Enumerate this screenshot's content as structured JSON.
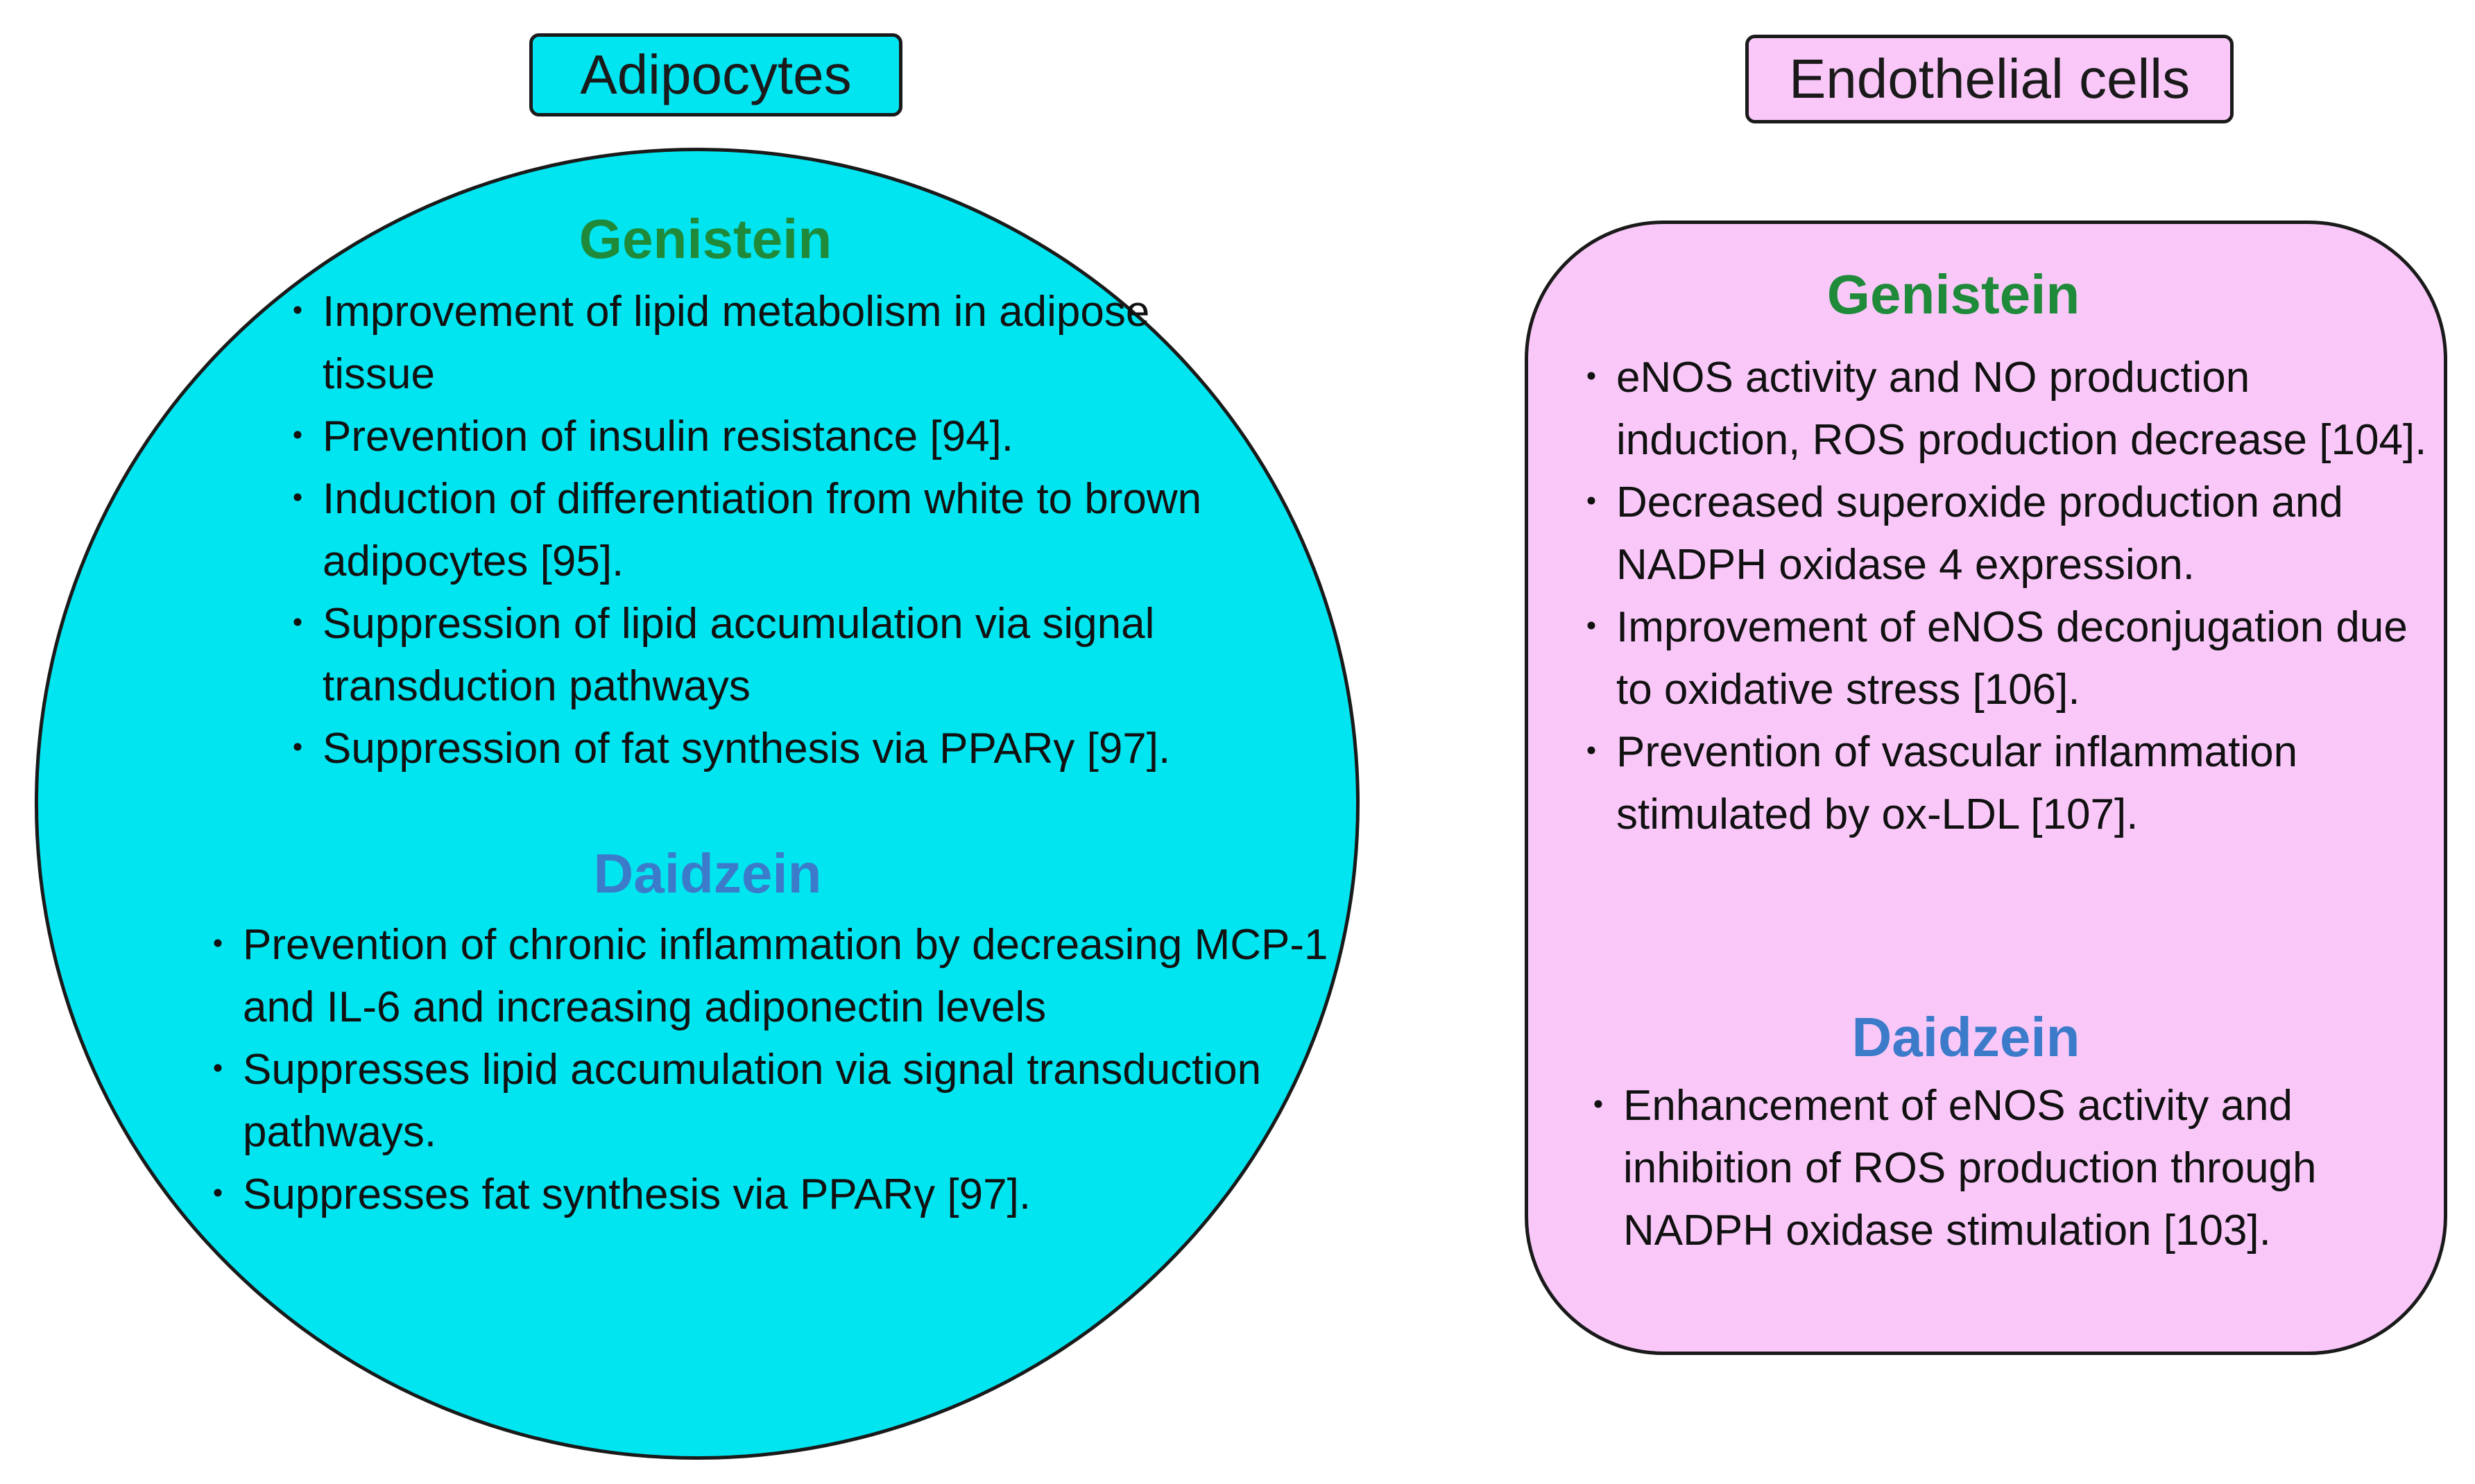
{
  "adipocytes": {
    "label": "Adipocytes",
    "genistein": {
      "title": "Genistein",
      "items": [
        "Improvement of lipid metabolism in adipose tissue",
        "Prevention of insulin resistance [94].",
        "Induction of differentiation from white to brown adipocytes [95].",
        "Suppression of lipid accumulation via  signal transduction pathways",
        "Suppression of fat synthesis via PPARγ  [97]."
      ]
    },
    "daidzein": {
      "title": "Daidzein",
      "items": [
        "Prevention of chronic inflammation by  decreasing MCP-1 and  IL-6 and increasing adiponectin levels",
        "Suppresses lipid accumulation via signal transduction pathways.",
        "Suppresses fat synthesis via  PPARγ [97]."
      ]
    }
  },
  "endothelial": {
    "label": "Endothelial cells",
    "genistein": {
      "title": "Genistein",
      "items": [
        "eNOS activity and NO production induction, ROS production decrease [104].",
        "Decreased superoxide production and NADPH oxidase 4 expression.",
        "Improvement of eNOS deconjugation due to oxidative stress [106].",
        "Prevention of vascular inflammation stimulated by ox-LDL [107]."
      ]
    },
    "daidzein": {
      "title": "Daidzein",
      "items": [
        "Enhancement of eNOS activity and inhibition of ROS production  through NADPH oxidase stimulation  [103]."
      ]
    }
  },
  "colors": {
    "adipocytes_fill": "#00e5f0",
    "endothelial_fill": "#f9c8f9",
    "genistein_heading": "#1f8a3a",
    "daidzein_heading": "#3c7bc9"
  }
}
